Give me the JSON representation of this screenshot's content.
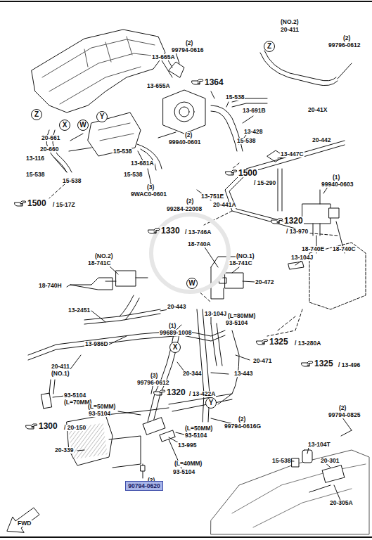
{
  "diagram": {
    "nodes": [
      {
        "text": [
          "Z"
        ]
      },
      {
        "text": [
          "Z"
        ]
      },
      {
        "text": [
          "X"
        ]
      },
      {
        "text": [
          "W"
        ]
      },
      {
        "text": [
          "Y"
        ]
      },
      {
        "text": [
          "W"
        ]
      },
      {
        "text": [
          "X"
        ]
      },
      {
        "text": [
          "Y"
        ]
      },
      {
        "text": [
          "90794-0620"
        ]
      }
    ],
    "labels": [
      "13-665A",
      "(2)",
      "99794-0616",
      "(NO.2)",
      "20-411",
      "(2)",
      "99796-0612",
      "13-655A",
      "1364",
      "15-538",
      "13-691B",
      "20-41X",
      "(2)",
      "99940-0601",
      "13-428",
      "15-538",
      "20-661",
      "20-660",
      "15-538",
      "13-116",
      "13-681A",
      "15-538",
      "15-538",
      "15-538",
      "(3)",
      "9WAC0-0601",
      "1500",
      "/ 15-290",
      "20-442",
      "13-447C",
      "(1)",
      "99940-0603",
      "13-751E",
      "1500",
      "/ 15-17Z",
      "(2)",
      "99284-22008",
      "20-441A",
      "1320",
      "/ 13-970",
      "1330",
      "/ 13-746A",
      "18-740E",
      "18-740C",
      "18-740A",
      "(NO.2)",
      "18-741C",
      "(NO.1)",
      "18-741C",
      "13-104J",
      "18-740H",
      "20-472",
      "13-2451",
      "20-443",
      "(1)",
      "99689-1008",
      "13-104J",
      "(L=80MM)",
      "93-5104",
      "13-986D",
      "1325",
      "/ 13-280A",
      "20-411",
      "(NO.1)",
      "20-344",
      "20-471",
      "13-443",
      "(3)",
      "99796-0612",
      "1325",
      "/ 13-496",
      "93-5104",
      "(L=70MM)",
      "1320",
      "/ 13-422A",
      "(L=50MM)",
      "93-5104",
      "(2)",
      "99794-0616G",
      "(2)",
      "99794-0825",
      "1300",
      "/ 20-150",
      "(L=50MM)",
      "93-5104",
      "13-995",
      "13-104T",
      "15-538",
      "20-301",
      "20-339",
      "(L=40MM)",
      "93-5104",
      "(2)",
      "20-305A",
      "FWD"
    ]
  }
}
